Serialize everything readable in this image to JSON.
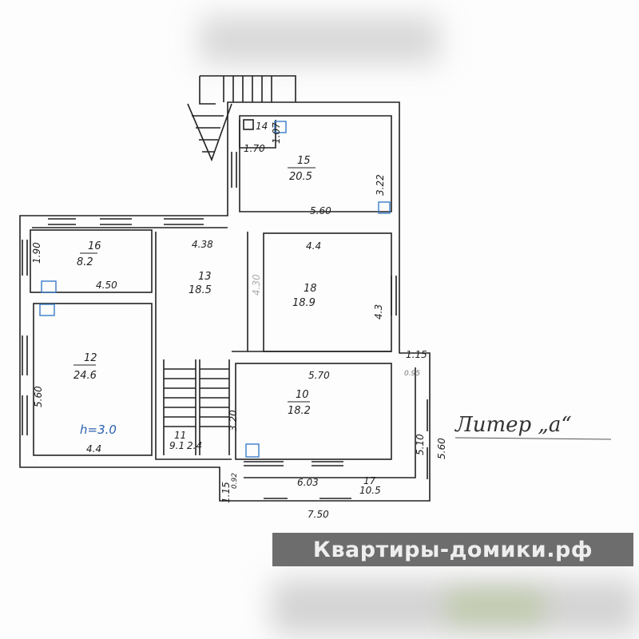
{
  "plan": {
    "rooms": [
      {
        "number": "16",
        "area": "8.2"
      },
      {
        "number": "13",
        "area": "18.5"
      },
      {
        "number": "18",
        "area": "18.9"
      },
      {
        "number": "15",
        "area": "20.5"
      },
      {
        "number": "12",
        "area": "24.6"
      },
      {
        "number": "11",
        "area": "9.1"
      },
      {
        "number": "10",
        "area": "18.2"
      },
      {
        "number": "17",
        "area": "10.5"
      },
      {
        "number": "14",
        "area": ""
      }
    ],
    "dimensions": [
      "1.90",
      "4.50",
      "4.38",
      "4.30",
      "4.4",
      "4.3",
      "5.60",
      "3.22",
      "1.70",
      "1.07",
      "5.60",
      "4.4",
      "2.4",
      "3.20",
      "5.70",
      "1.15",
      "0.95",
      "5.10",
      "5.60",
      "6.03",
      "0.92",
      "1.15",
      "7.50"
    ],
    "height_note": "h=3.0",
    "litera": "Литер „а“"
  },
  "watermark": {
    "text": "Квартиры-домики.рф"
  },
  "colors": {
    "wall": "#222222",
    "blue_mark": "#3a7cc8",
    "watermark_bg": "#6d6d6d",
    "logo_green": "#8ab84a"
  }
}
